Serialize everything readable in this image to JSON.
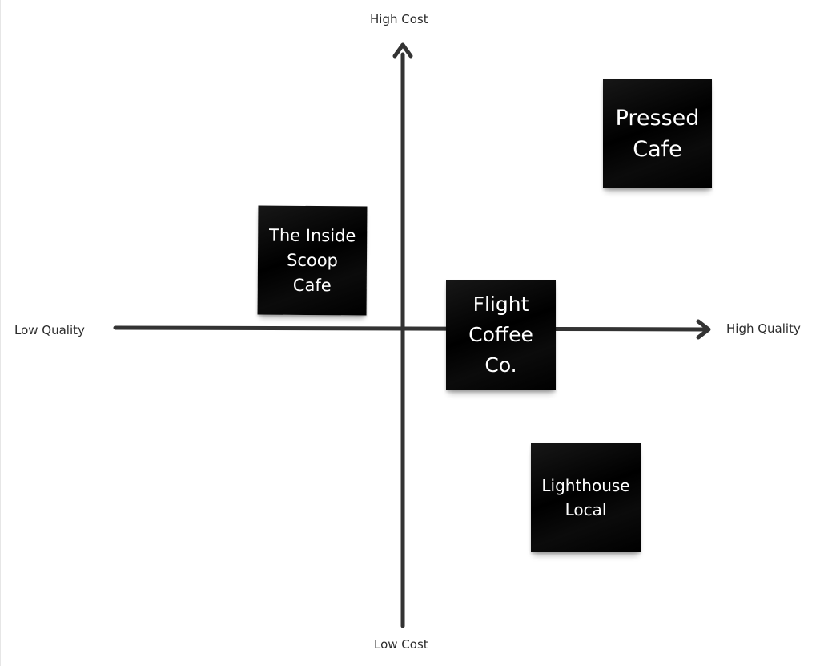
{
  "axes": {
    "top_label": "High Cost",
    "bottom_label": "Low Cost",
    "left_label": "Low Quality",
    "right_label": "High Quality",
    "axis_color": "#333333"
  },
  "notes": [
    {
      "id": "pressed",
      "text": "Pressed\nCafe"
    },
    {
      "id": "inside",
      "text": "The Inside\nScoop\nCafe"
    },
    {
      "id": "flight",
      "text": "Flight\nCoffee\nCo."
    },
    {
      "id": "lighthouse",
      "text": "Lighthouse\nLocal"
    }
  ],
  "colors": {
    "background": "#ffffff",
    "note_fill": "#000000",
    "note_text": "#ffffff"
  }
}
